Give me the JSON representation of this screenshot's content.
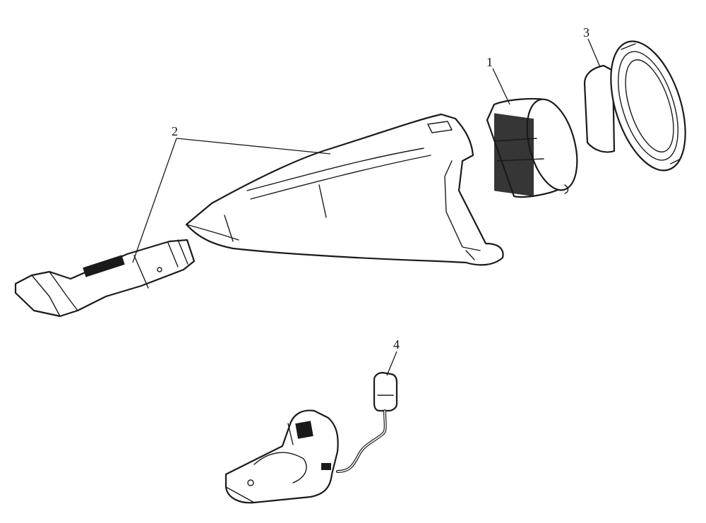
{
  "callouts": {
    "filter": "1",
    "body_and_battery": "2",
    "dust_bowl": "3",
    "charger": "4"
  },
  "colors": {
    "line": "#1a1a1a",
    "background": "#ffffff"
  }
}
